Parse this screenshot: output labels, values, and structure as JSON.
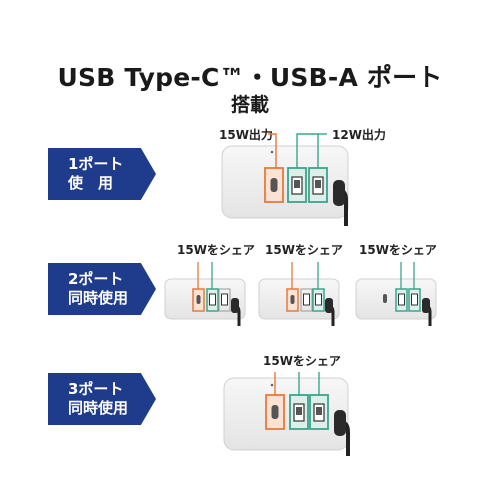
{
  "heading": {
    "line1": "USB Type-C™・USB-A ポート",
    "line2": "搭載"
  },
  "rows": [
    {
      "badge_line1": "1ポート",
      "badge_line2": "使　用"
    },
    {
      "badge_line1": "2ポート",
      "badge_line2": "同時使用"
    },
    {
      "badge_line1": "3ポート",
      "badge_line2": "同時使用"
    }
  ],
  "labels": {
    "c_15w": "15W出力",
    "a_12w": "12W出力",
    "share_c_a": "15Wをシェア",
    "share_c_a_2": "15Wをシェア",
    "share_a_a": "15Wをシェア",
    "share_all": "15Wをシェア"
  },
  "colors": {
    "navy": "#1f3c8c",
    "usb_c_orange": "#e8793a",
    "usb_a_teal": "#3aa58c"
  }
}
